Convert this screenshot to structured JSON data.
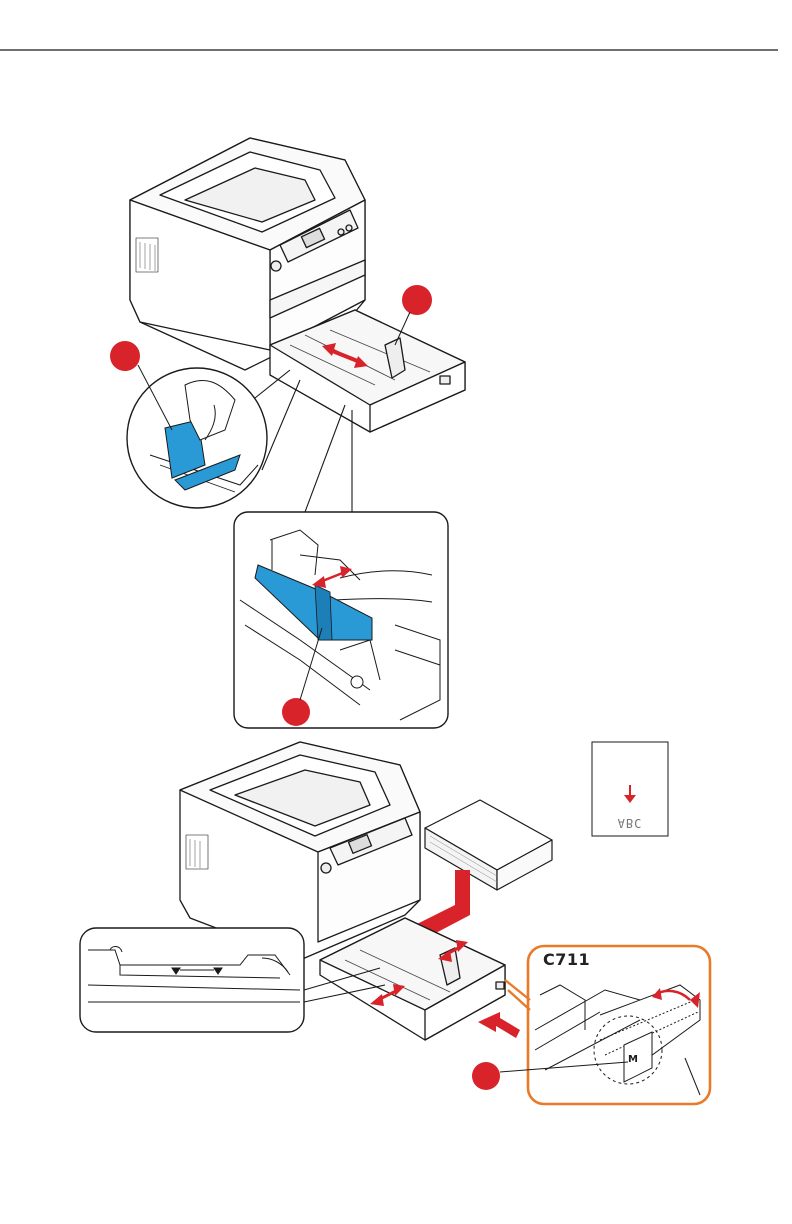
{
  "figure": {
    "callout_model_label": "C711",
    "orientation_card_text": "ABC"
  },
  "colors": {
    "outline": "#1a1a1a",
    "marker_red": "#d8232a",
    "guide_blue": "#2a9ad6",
    "callout_orange": "#e87a2a",
    "page_bg": "#ffffff"
  },
  "icons": [
    "printer-illustration",
    "paper-tray",
    "paper-guide",
    "paper-stack",
    "arrow-icon",
    "rotate-arrow-icon",
    "marker-dot"
  ]
}
